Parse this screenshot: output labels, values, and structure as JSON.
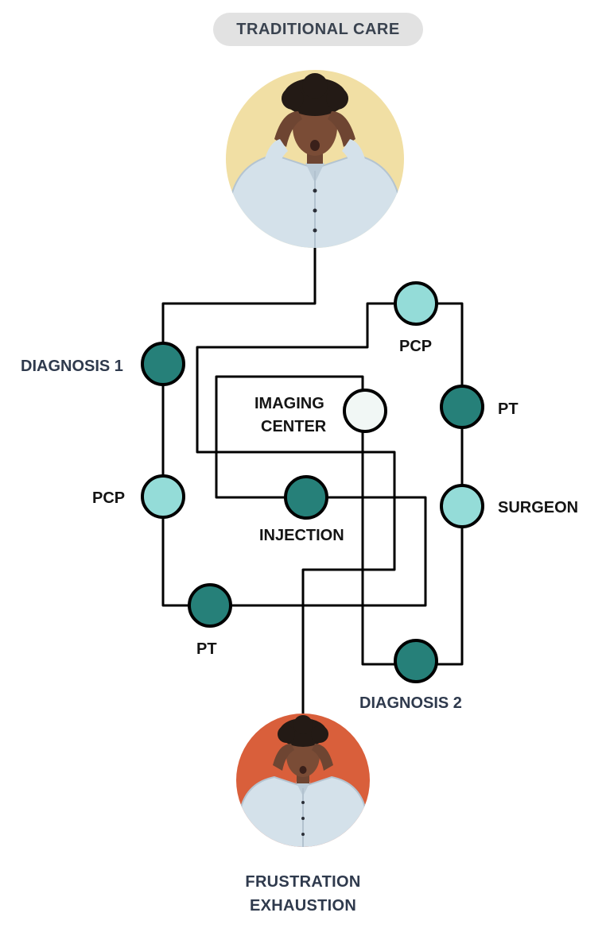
{
  "header": {
    "title": "TRADITIONAL CARE"
  },
  "nodes": {
    "diagnosis_1": {
      "label": "DIAGNOSIS 1",
      "fill": "#268079"
    },
    "pcp_left": {
      "label": "PCP",
      "fill": "#94dcd8"
    },
    "pt_bottom": {
      "label": "PT",
      "fill": "#268079"
    },
    "injection": {
      "label": "INJECTION",
      "fill": "#268079"
    },
    "imaging_center": {
      "label_line1": "IMAGING",
      "label_line2": "CENTER",
      "fill": "#f1f7f5"
    },
    "pcp_top": {
      "label": "PCP",
      "fill": "#94dcd8"
    },
    "pt_right": {
      "label": "PT",
      "fill": "#268079"
    },
    "surgeon": {
      "label": "SURGEON",
      "fill": "#94dcd8"
    },
    "diagnosis_2": {
      "label": "DIAGNOSIS 2",
      "fill": "#268079"
    }
  },
  "outcome": {
    "line1": "FRUSTRATION",
    "line2": "EXHAUSTION"
  },
  "colors": {
    "start_circle": "#f1dfa4",
    "end_circle": "#d95f3b",
    "path": "#000000",
    "dark_label": "#2f3a4d"
  }
}
